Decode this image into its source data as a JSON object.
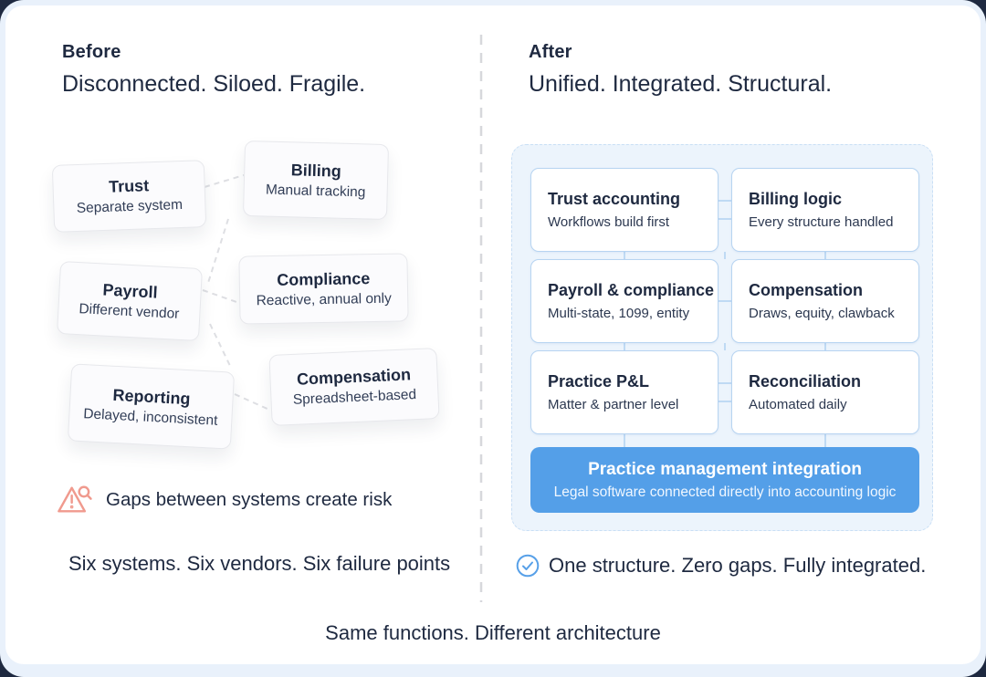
{
  "before": {
    "label": "Before",
    "headline": "Disconnected. Siloed. Fragile.",
    "boxes": [
      {
        "title": "Trust",
        "subtitle": "Separate system"
      },
      {
        "title": "Billing",
        "subtitle": "Manual tracking"
      },
      {
        "title": "Payroll",
        "subtitle": "Different vendor"
      },
      {
        "title": "Compliance",
        "subtitle": "Reactive, annual only"
      },
      {
        "title": "Reporting",
        "subtitle": "Delayed, inconsistent"
      },
      {
        "title": "Compensation",
        "subtitle": "Spreadsheet-based"
      }
    ],
    "risk_note": "Gaps between systems create risk",
    "summary": "Six systems. Six vendors. Six failure points"
  },
  "after": {
    "label": "After",
    "headline": "Unified. Integrated. Structural.",
    "cards": [
      {
        "title": "Trust accounting",
        "subtitle": "Workflows build first"
      },
      {
        "title": "Billing logic",
        "subtitle": "Every structure handled"
      },
      {
        "title": "Payroll & compliance",
        "subtitle": "Multi-state, 1099, entity"
      },
      {
        "title": "Compensation",
        "subtitle": "Draws, equity, clawback"
      },
      {
        "title": "Practice P&L",
        "subtitle": "Matter & partner level"
      },
      {
        "title": "Reconciliation",
        "subtitle": "Automated daily"
      }
    ],
    "banner": {
      "title": "Practice management integration",
      "subtitle": "Legal software connected directly into accounting logic"
    },
    "summary": "One structure. Zero gaps. Fully integrated."
  },
  "footer": {
    "caption": "Same functions. Different architecture"
  },
  "icons": {
    "risk": "warning-triangle-magnifier-icon",
    "done": "check-circle-icon"
  },
  "colors": {
    "navy_text": "#1e2940",
    "warning_salmon": "#f09a8e",
    "accent_blue": "#549fe8",
    "container_blue": "#ecf4fc",
    "card_border_blue": "#b7d4f1",
    "outer_navy": "#1e2940"
  }
}
